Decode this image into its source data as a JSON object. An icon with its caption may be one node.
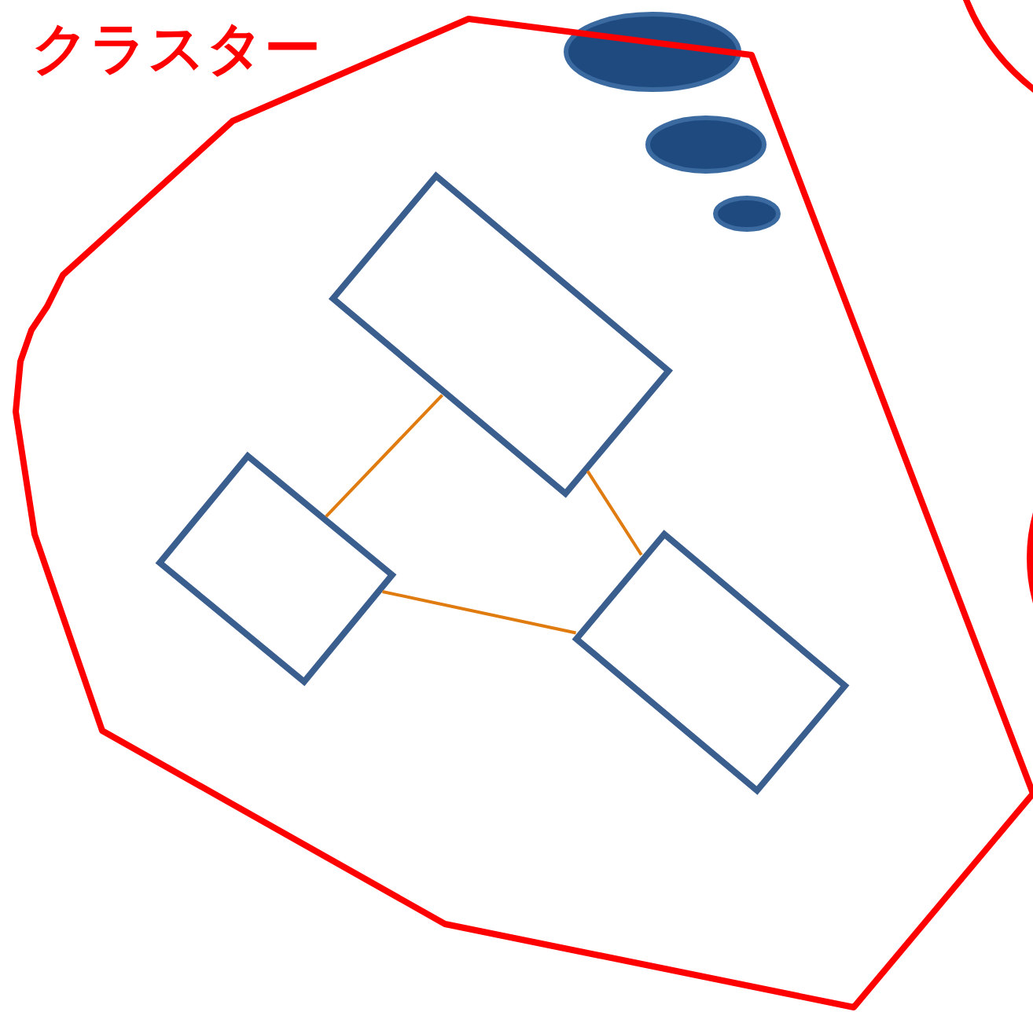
{
  "diagram": {
    "nodes": [
      {
        "text": [
          "クラスター"
        ]
      },
      {
        "text": [],
        "shape": "box",
        "in": 0
      },
      {
        "text": [],
        "shape": "box",
        "in": 0
      },
      {
        "text": [],
        "shape": "box",
        "in": 0
      }
    ],
    "edges": [
      {
        "from": 1,
        "to": 2,
        "arrow": "none"
      },
      {
        "from": 2,
        "to": 3,
        "arrow": "none"
      },
      {
        "from": 3,
        "to": 1,
        "arrow": "none"
      }
    ]
  }
}
